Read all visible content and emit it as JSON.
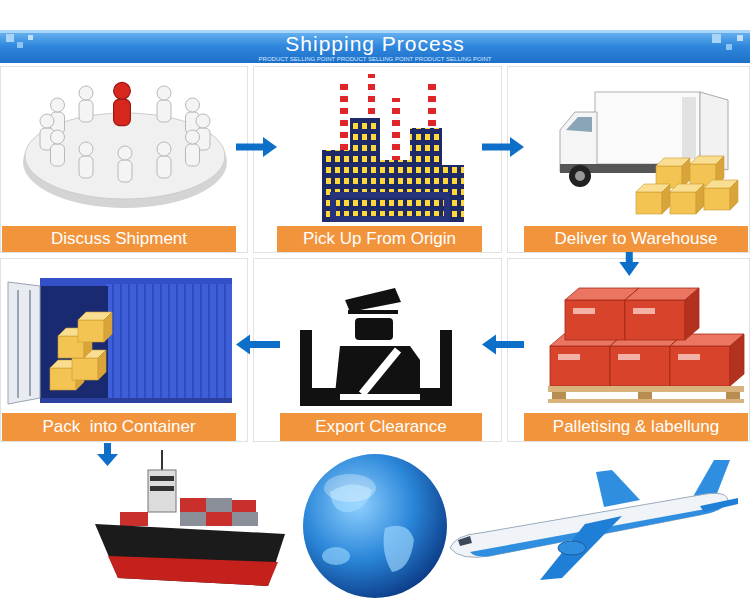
{
  "diagram": {
    "title": "Shipping Process",
    "nodes": [
      {
        "text": [
          "Discuss Shipment"
        ]
      },
      {
        "text": [
          "Pick Up From Origin"
        ]
      },
      {
        "text": [
          "Deliver to Warehouse"
        ]
      },
      {
        "text": [
          "Pack  into Container"
        ]
      },
      {
        "text": [
          "Export Clearance"
        ]
      },
      {
        "text": [
          "Palletising & labellung"
        ]
      }
    ],
    "edges": [
      {
        "from": 0,
        "to": 1,
        "arrow": "to"
      },
      {
        "from": 1,
        "to": 2,
        "arrow": "to"
      },
      {
        "from": 2,
        "to": 5,
        "arrow": "to"
      },
      {
        "from": 5,
        "to": 4,
        "arrow": "to"
      },
      {
        "from": 4,
        "to": 3,
        "arrow": "to"
      }
    ],
    "labels": [
      "PRODUCT SELLING POINT PRODUCT SELLING POINT PRODUCT SELLING POINT"
    ]
  }
}
